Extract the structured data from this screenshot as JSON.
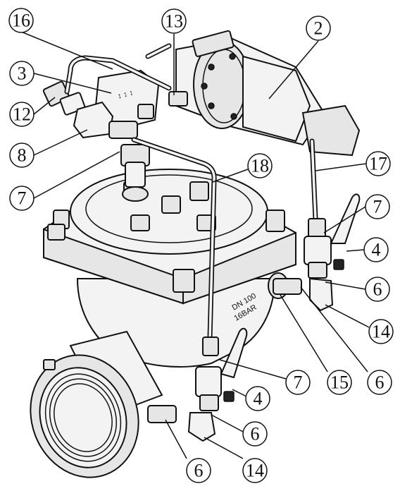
{
  "callouts": [
    {
      "id": "c16",
      "text": "16"
    },
    {
      "id": "c13",
      "text": "13"
    },
    {
      "id": "c2",
      "text": "2"
    },
    {
      "id": "c3",
      "text": "3"
    },
    {
      "id": "c12",
      "text": "12"
    },
    {
      "id": "c8",
      "text": "8"
    },
    {
      "id": "c7a",
      "text": "7"
    },
    {
      "id": "c18",
      "text": "18"
    },
    {
      "id": "c17",
      "text": "17"
    },
    {
      "id": "c7b",
      "text": "7"
    },
    {
      "id": "c4a",
      "text": "4"
    },
    {
      "id": "c6a",
      "text": "6"
    },
    {
      "id": "c14a",
      "text": "14"
    },
    {
      "id": "c6b",
      "text": "6"
    },
    {
      "id": "c15",
      "text": "15"
    },
    {
      "id": "c7c",
      "text": "7"
    },
    {
      "id": "c4b",
      "text": "4"
    },
    {
      "id": "c6c",
      "text": "6"
    },
    {
      "id": "c6d",
      "text": "6"
    },
    {
      "id": "c14b",
      "text": "14"
    }
  ]
}
